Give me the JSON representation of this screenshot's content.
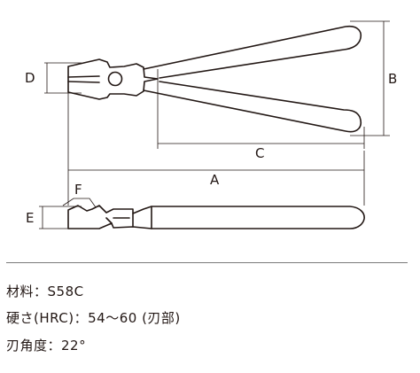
{
  "dimension_labels": {
    "a": "A",
    "b": "B",
    "c": "C",
    "d": "D",
    "e": "E",
    "f": "F"
  },
  "specs": {
    "material": "材料：S58C",
    "hardness": "硬さ(HRC)：54～60 (刃部)",
    "blade_angle": "刃角度：22°"
  },
  "colors": {
    "line": "#231815",
    "divider": "#7a7a7a"
  }
}
